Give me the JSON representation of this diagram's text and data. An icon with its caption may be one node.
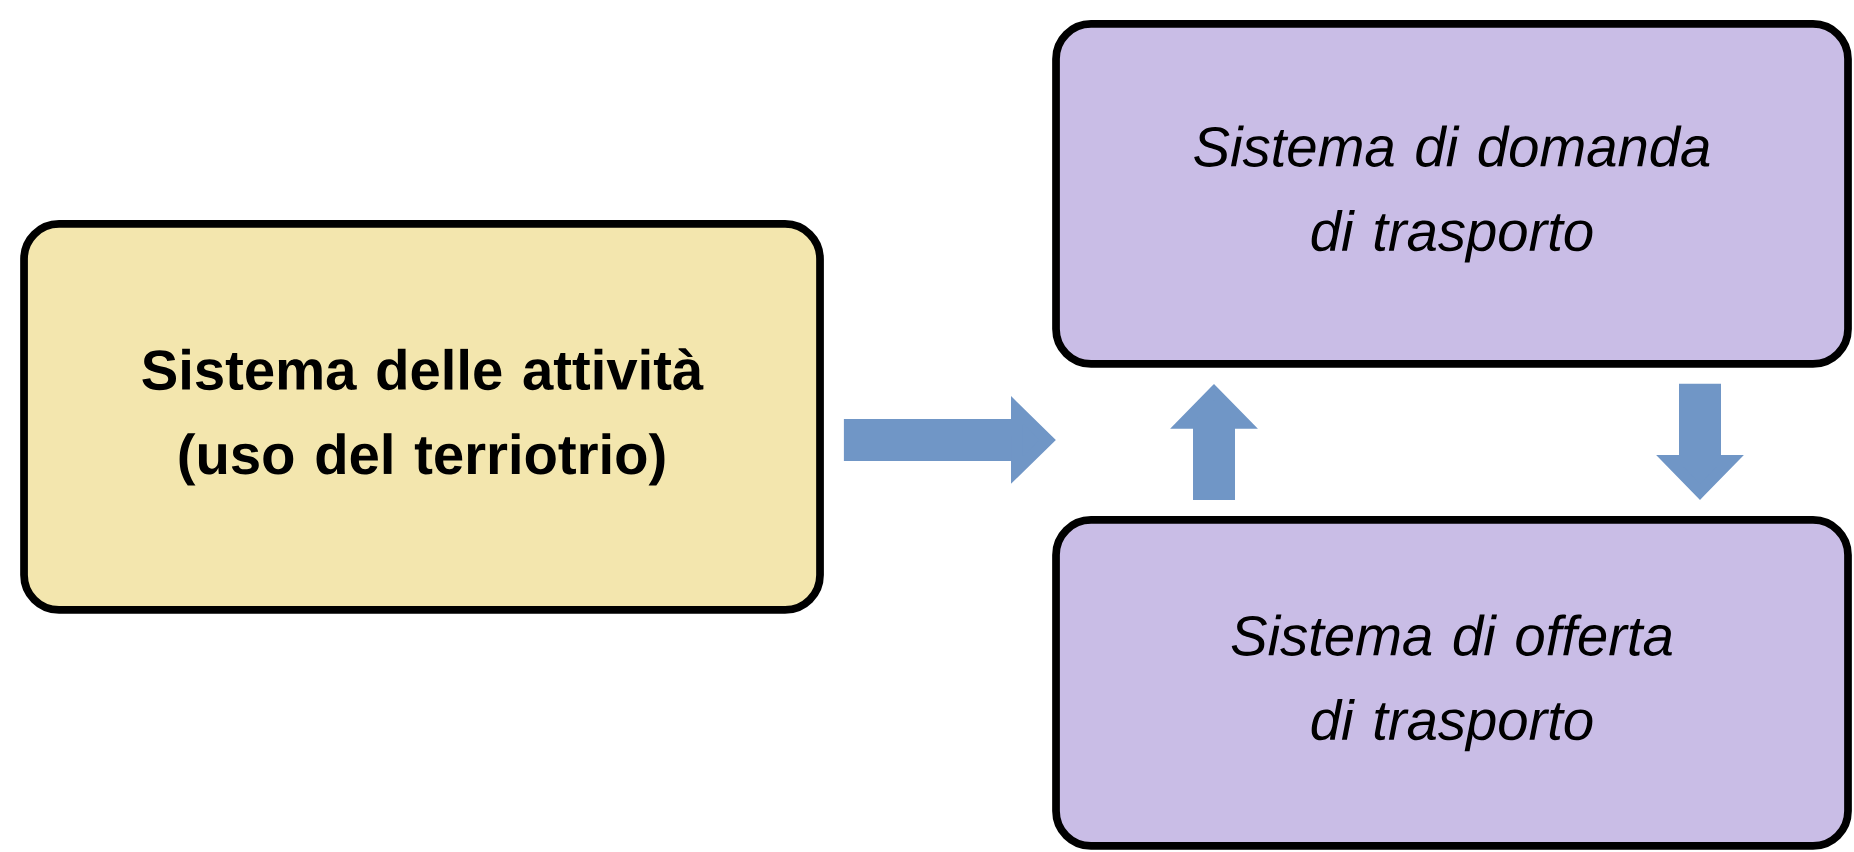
{
  "diagram": {
    "nodes": [
      {
        "text": [
          "Sistema delle attività (uso del terriotrio)"
        ]
      },
      {
        "text": [
          "Sistema di domanda di trasporto"
        ]
      },
      {
        "text": [
          "Sistema di offerta di trasporto"
        ]
      }
    ],
    "edges": [
      {
        "from": 0,
        "to": null,
        "arrow": "to"
      },
      {
        "from": 2,
        "to": 1,
        "arrow": "to"
      },
      {
        "from": 1,
        "to": 2,
        "arrow": "to"
      }
    ]
  }
}
